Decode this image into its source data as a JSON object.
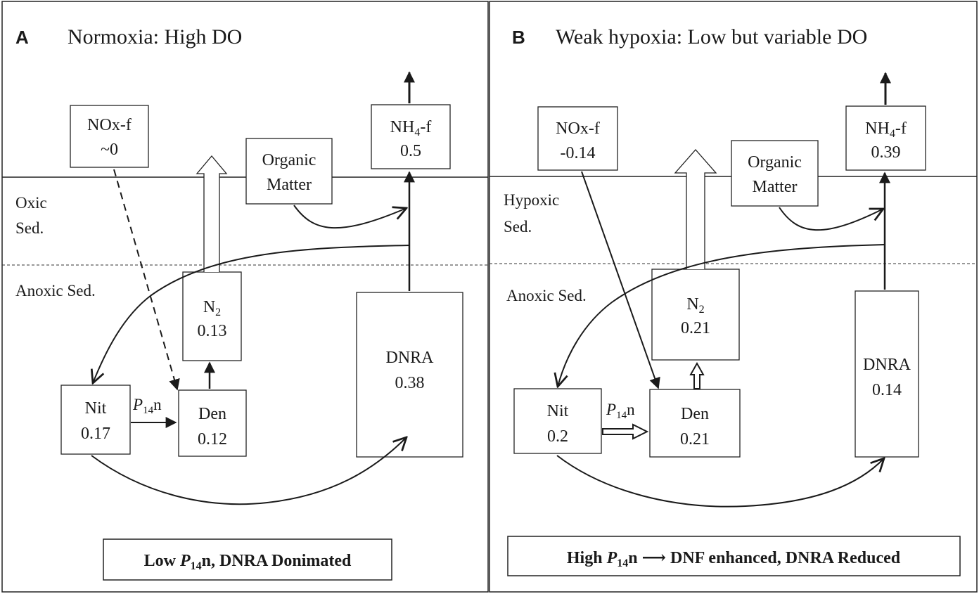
{
  "panels": [
    {
      "letter": "A",
      "title": "Normoxia: High DO",
      "zone_upper": [
        "Oxic",
        "Sed."
      ],
      "zone_lower": "Anoxic Sed.",
      "nox": {
        "label": "NOx-f",
        "value": "~0"
      },
      "nh4": {
        "label_main": "NH",
        "label_sub": "4",
        "label_tail": "-f",
        "value": "0.5"
      },
      "om": [
        "Organic",
        "Matter"
      ],
      "n2": {
        "label_main": "N",
        "label_sub": "2",
        "value": "0.13"
      },
      "dnra": {
        "label": "DNRA",
        "value": "0.38"
      },
      "nit": {
        "label": "Nit",
        "value": "0.17"
      },
      "den": {
        "label": "Den",
        "value": "0.12"
      },
      "p14n": {
        "p": "P",
        "sub": "14",
        "n": "n"
      },
      "summary": {
        "pre": "Low ",
        "p": "P",
        "sub": "14",
        "post": "n, DNRA Donimated"
      }
    },
    {
      "letter": "B",
      "title": "Weak hypoxia: Low but variable DO",
      "zone_upper": [
        "Hypoxic",
        "Sed."
      ],
      "zone_lower": "Anoxic Sed.",
      "nox": {
        "label": "NOx-f",
        "value": "-0.14"
      },
      "nh4": {
        "label_main": "NH",
        "label_sub": "4",
        "label_tail": "-f",
        "value": "0.39"
      },
      "om": [
        "Organic",
        "Matter"
      ],
      "n2": {
        "label_main": "N",
        "label_sub": "2",
        "value": "0.21"
      },
      "dnra": {
        "label": "DNRA",
        "value": "0.14"
      },
      "nit": {
        "label": "Nit",
        "value": "0.2"
      },
      "den": {
        "label": "Den",
        "value": "0.21"
      },
      "p14n": {
        "p": "P",
        "sub": "14",
        "n": "n"
      },
      "summary": {
        "pre": "High ",
        "p": "P",
        "sub": "14",
        "post": "n ",
        "arrow": "⟶",
        "post2": " DNF enhanced, DNRA Reduced"
      }
    }
  ]
}
